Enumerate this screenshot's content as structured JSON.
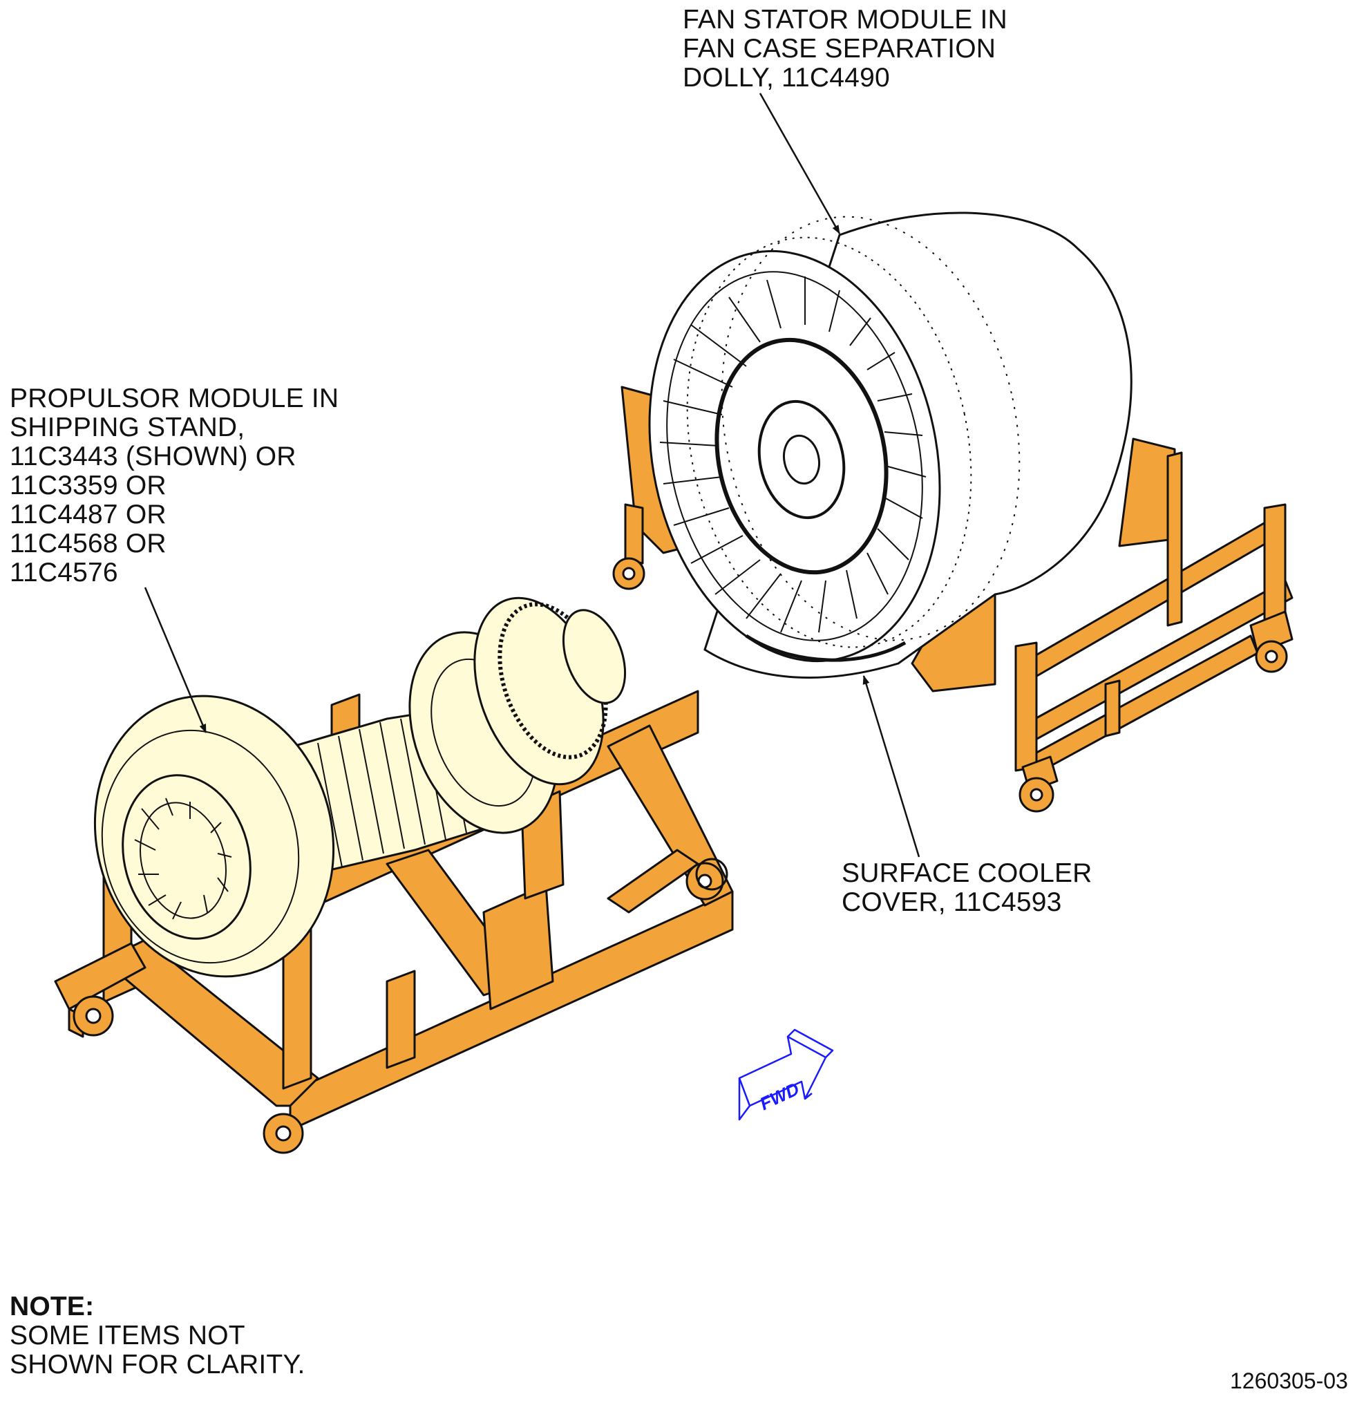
{
  "callouts": {
    "fan_stator": {
      "lines": [
        "FAN STATOR MODULE IN",
        "FAN CASE SEPARATION",
        "DOLLY, 11C4490"
      ]
    },
    "propulsor": {
      "lines": [
        "PROPULSOR MODULE IN",
        "SHIPPING STAND,",
        "11C3443 (SHOWN) OR",
        "11C3359 OR",
        "11C4487 OR",
        "11C4568 OR",
        "11C4576"
      ]
    },
    "surface_cooler": {
      "lines": [
        "SURFACE COOLER",
        "COVER, 11C4593"
      ]
    }
  },
  "direction_indicator": {
    "label": "FWD",
    "color": "#1a1aff"
  },
  "note": {
    "title": "NOTE:",
    "lines": [
      "SOME ITEMS NOT",
      "SHOWN FOR CLARITY."
    ]
  },
  "document_number": "1260305-03",
  "colors": {
    "stand": "#f2a33a",
    "engine": "#fffbd6",
    "line": "#111111"
  },
  "icons": [
    "fwd-arrow-icon"
  ]
}
